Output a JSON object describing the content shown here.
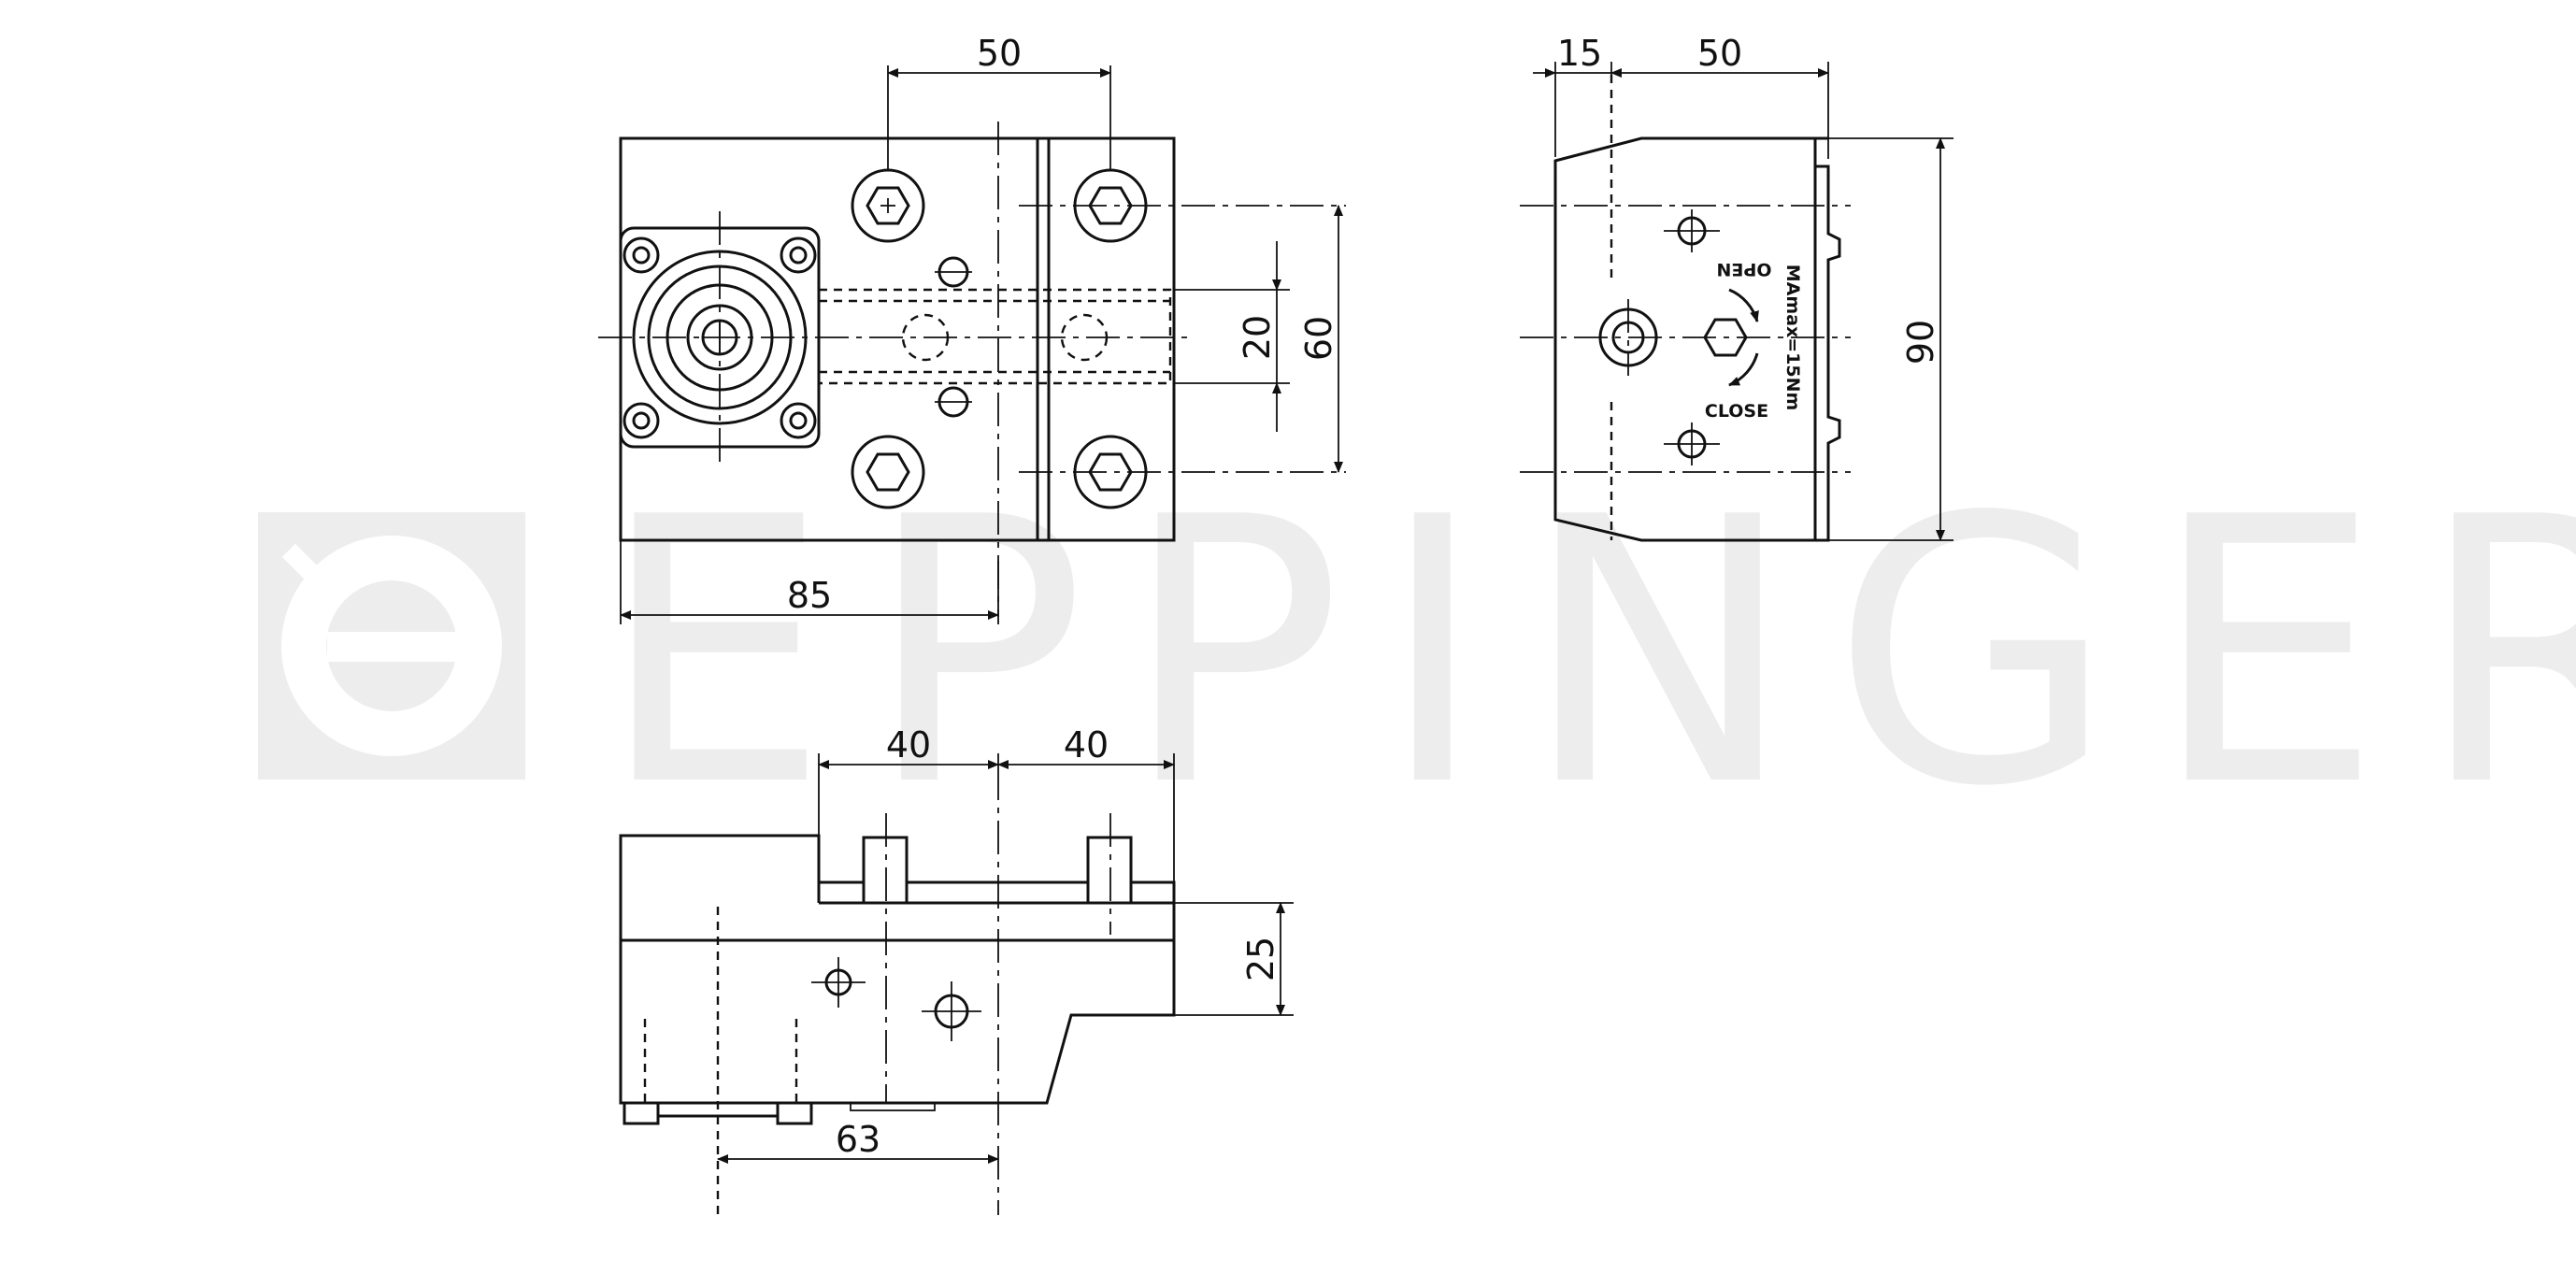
{
  "watermark": {
    "text": "EPPINGER"
  },
  "front_view": {
    "dims": {
      "d_top": "50",
      "d_bottom": "85",
      "d_inner": "20",
      "d_outer": "60"
    }
  },
  "side_view": {
    "dims": {
      "d_top_a": "15",
      "d_top_b": "50",
      "d_height": "90"
    },
    "labels": {
      "open": "OPEN",
      "close": "CLOSE",
      "torque": "MAmax=15Nm"
    }
  },
  "bottom_view": {
    "dims": {
      "d_left": "40",
      "d_right": "40",
      "d_height": "25",
      "d_bottom": "63"
    }
  }
}
